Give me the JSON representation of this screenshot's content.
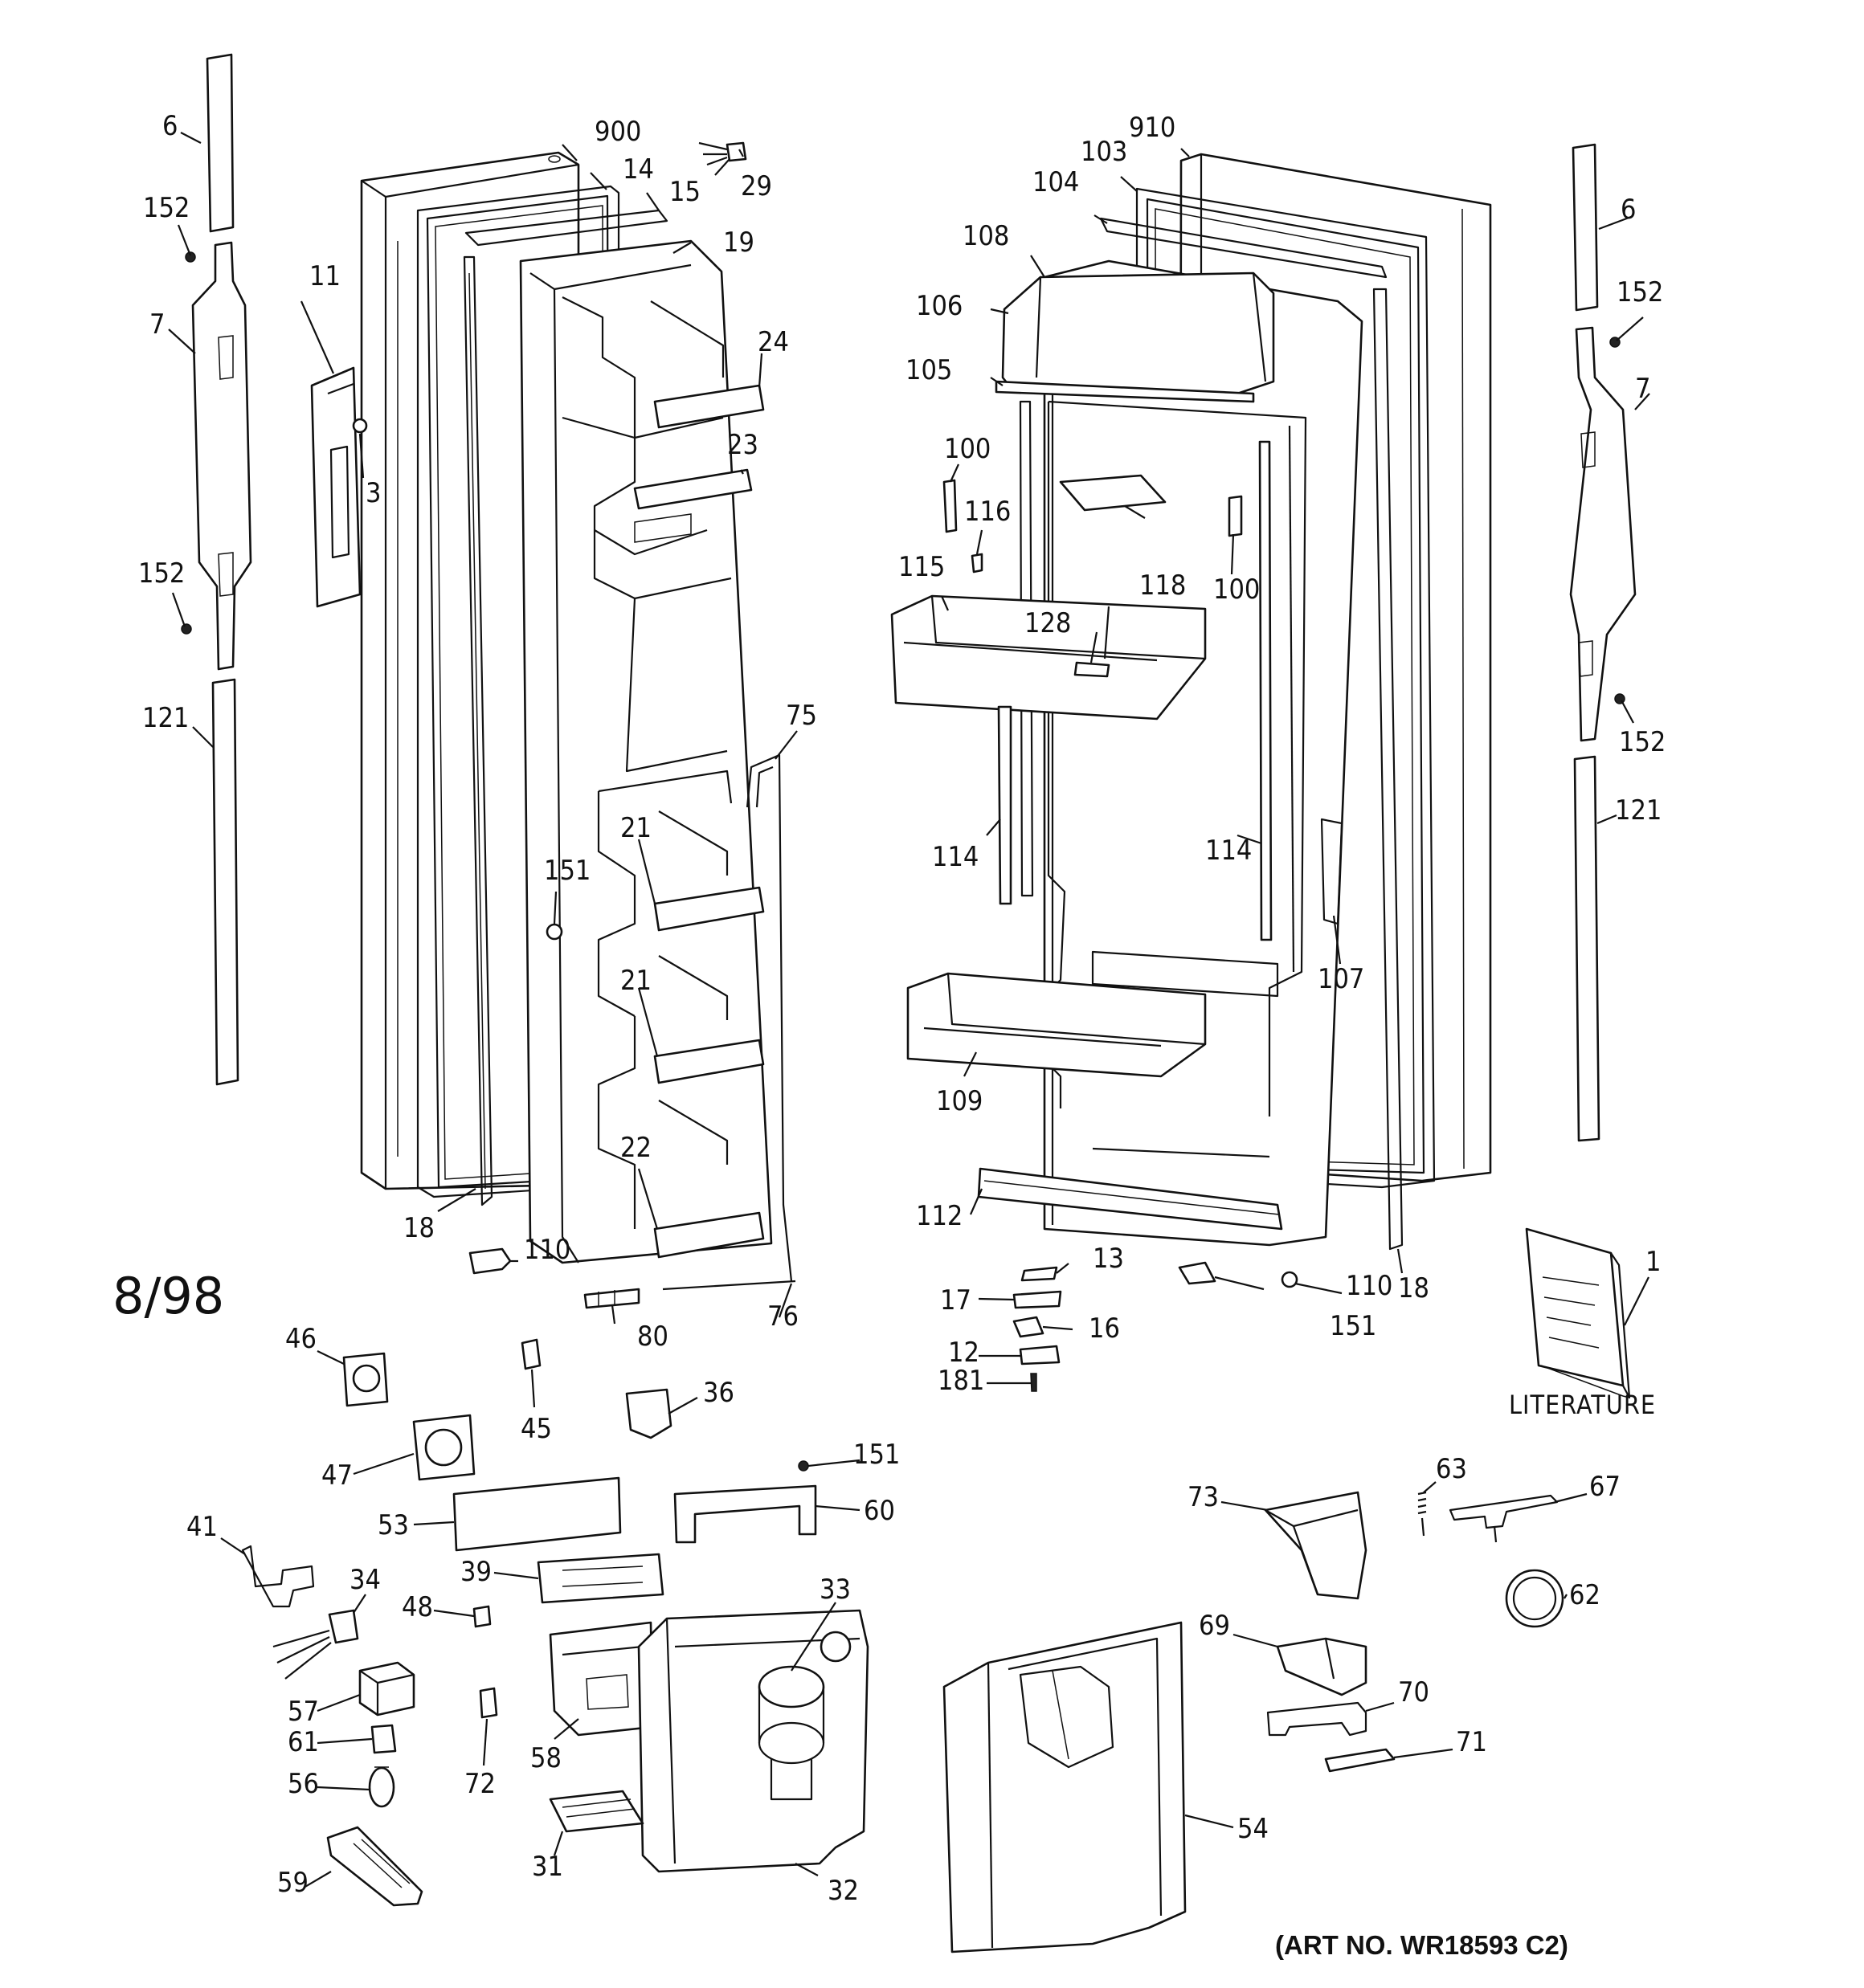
{
  "date_code": "8/98",
  "literature_label": "LITERATURE",
  "art_number": "(ART NO. WR18593 C2)",
  "callouts": [
    {
      "id": "6a",
      "text": "6"
    },
    {
      "id": "152a",
      "text": "152"
    },
    {
      "id": "7a",
      "text": "7"
    },
    {
      "id": "11",
      "text": "11"
    },
    {
      "id": "3",
      "text": "3"
    },
    {
      "id": "152b",
      "text": "152"
    },
    {
      "id": "121a",
      "text": "121"
    },
    {
      "id": "900",
      "text": "900"
    },
    {
      "id": "14",
      "text": "14"
    },
    {
      "id": "15",
      "text": "15"
    },
    {
      "id": "29",
      "text": "29"
    },
    {
      "id": "19",
      "text": "19"
    },
    {
      "id": "24",
      "text": "24"
    },
    {
      "id": "23",
      "text": "23"
    },
    {
      "id": "75",
      "text": "75"
    },
    {
      "id": "21a",
      "text": "21"
    },
    {
      "id": "151a",
      "text": "151"
    },
    {
      "id": "21b",
      "text": "21"
    },
    {
      "id": "22",
      "text": "22"
    },
    {
      "id": "18a",
      "text": "18"
    },
    {
      "id": "110a",
      "text": "110"
    },
    {
      "id": "80",
      "text": "80"
    },
    {
      "id": "76",
      "text": "76"
    },
    {
      "id": "910",
      "text": "910"
    },
    {
      "id": "103",
      "text": "103"
    },
    {
      "id": "104",
      "text": "104"
    },
    {
      "id": "108",
      "text": "108"
    },
    {
      "id": "106",
      "text": "106"
    },
    {
      "id": "105",
      "text": "105"
    },
    {
      "id": "100a",
      "text": "100"
    },
    {
      "id": "116",
      "text": "116"
    },
    {
      "id": "115",
      "text": "115"
    },
    {
      "id": "118",
      "text": "118"
    },
    {
      "id": "128",
      "text": "128"
    },
    {
      "id": "100b",
      "text": "100"
    },
    {
      "id": "114a",
      "text": "114"
    },
    {
      "id": "114b",
      "text": "114"
    },
    {
      "id": "107",
      "text": "107"
    },
    {
      "id": "109",
      "text": "109"
    },
    {
      "id": "112",
      "text": "112"
    },
    {
      "id": "13",
      "text": "13"
    },
    {
      "id": "17",
      "text": "17"
    },
    {
      "id": "16",
      "text": "16"
    },
    {
      "id": "12",
      "text": "12"
    },
    {
      "id": "181",
      "text": "181"
    },
    {
      "id": "110b",
      "text": "110"
    },
    {
      "id": "151b",
      "text": "151"
    },
    {
      "id": "18b",
      "text": "18"
    },
    {
      "id": "6b",
      "text": "6"
    },
    {
      "id": "152c",
      "text": "152"
    },
    {
      "id": "7b",
      "text": "7"
    },
    {
      "id": "152d",
      "text": "152"
    },
    {
      "id": "121b",
      "text": "121"
    },
    {
      "id": "1",
      "text": "1"
    },
    {
      "id": "46",
      "text": "46"
    },
    {
      "id": "45",
      "text": "45"
    },
    {
      "id": "36",
      "text": "36"
    },
    {
      "id": "47",
      "text": "47"
    },
    {
      "id": "151c",
      "text": "151"
    },
    {
      "id": "53",
      "text": "53"
    },
    {
      "id": "60",
      "text": "60"
    },
    {
      "id": "41",
      "text": "41"
    },
    {
      "id": "34",
      "text": "34"
    },
    {
      "id": "39",
      "text": "39"
    },
    {
      "id": "48",
      "text": "48"
    },
    {
      "id": "33",
      "text": "33"
    },
    {
      "id": "57",
      "text": "57"
    },
    {
      "id": "61",
      "text": "61"
    },
    {
      "id": "56",
      "text": "56"
    },
    {
      "id": "72",
      "text": "72"
    },
    {
      "id": "58",
      "text": "58"
    },
    {
      "id": "31",
      "text": "31"
    },
    {
      "id": "32",
      "text": "32"
    },
    {
      "id": "59",
      "text": "59"
    },
    {
      "id": "73",
      "text": "73"
    },
    {
      "id": "63",
      "text": "63"
    },
    {
      "id": "67",
      "text": "67"
    },
    {
      "id": "62",
      "text": "62"
    },
    {
      "id": "69",
      "text": "69"
    },
    {
      "id": "70",
      "text": "70"
    },
    {
      "id": "71",
      "text": "71"
    },
    {
      "id": "54",
      "text": "54"
    }
  ]
}
